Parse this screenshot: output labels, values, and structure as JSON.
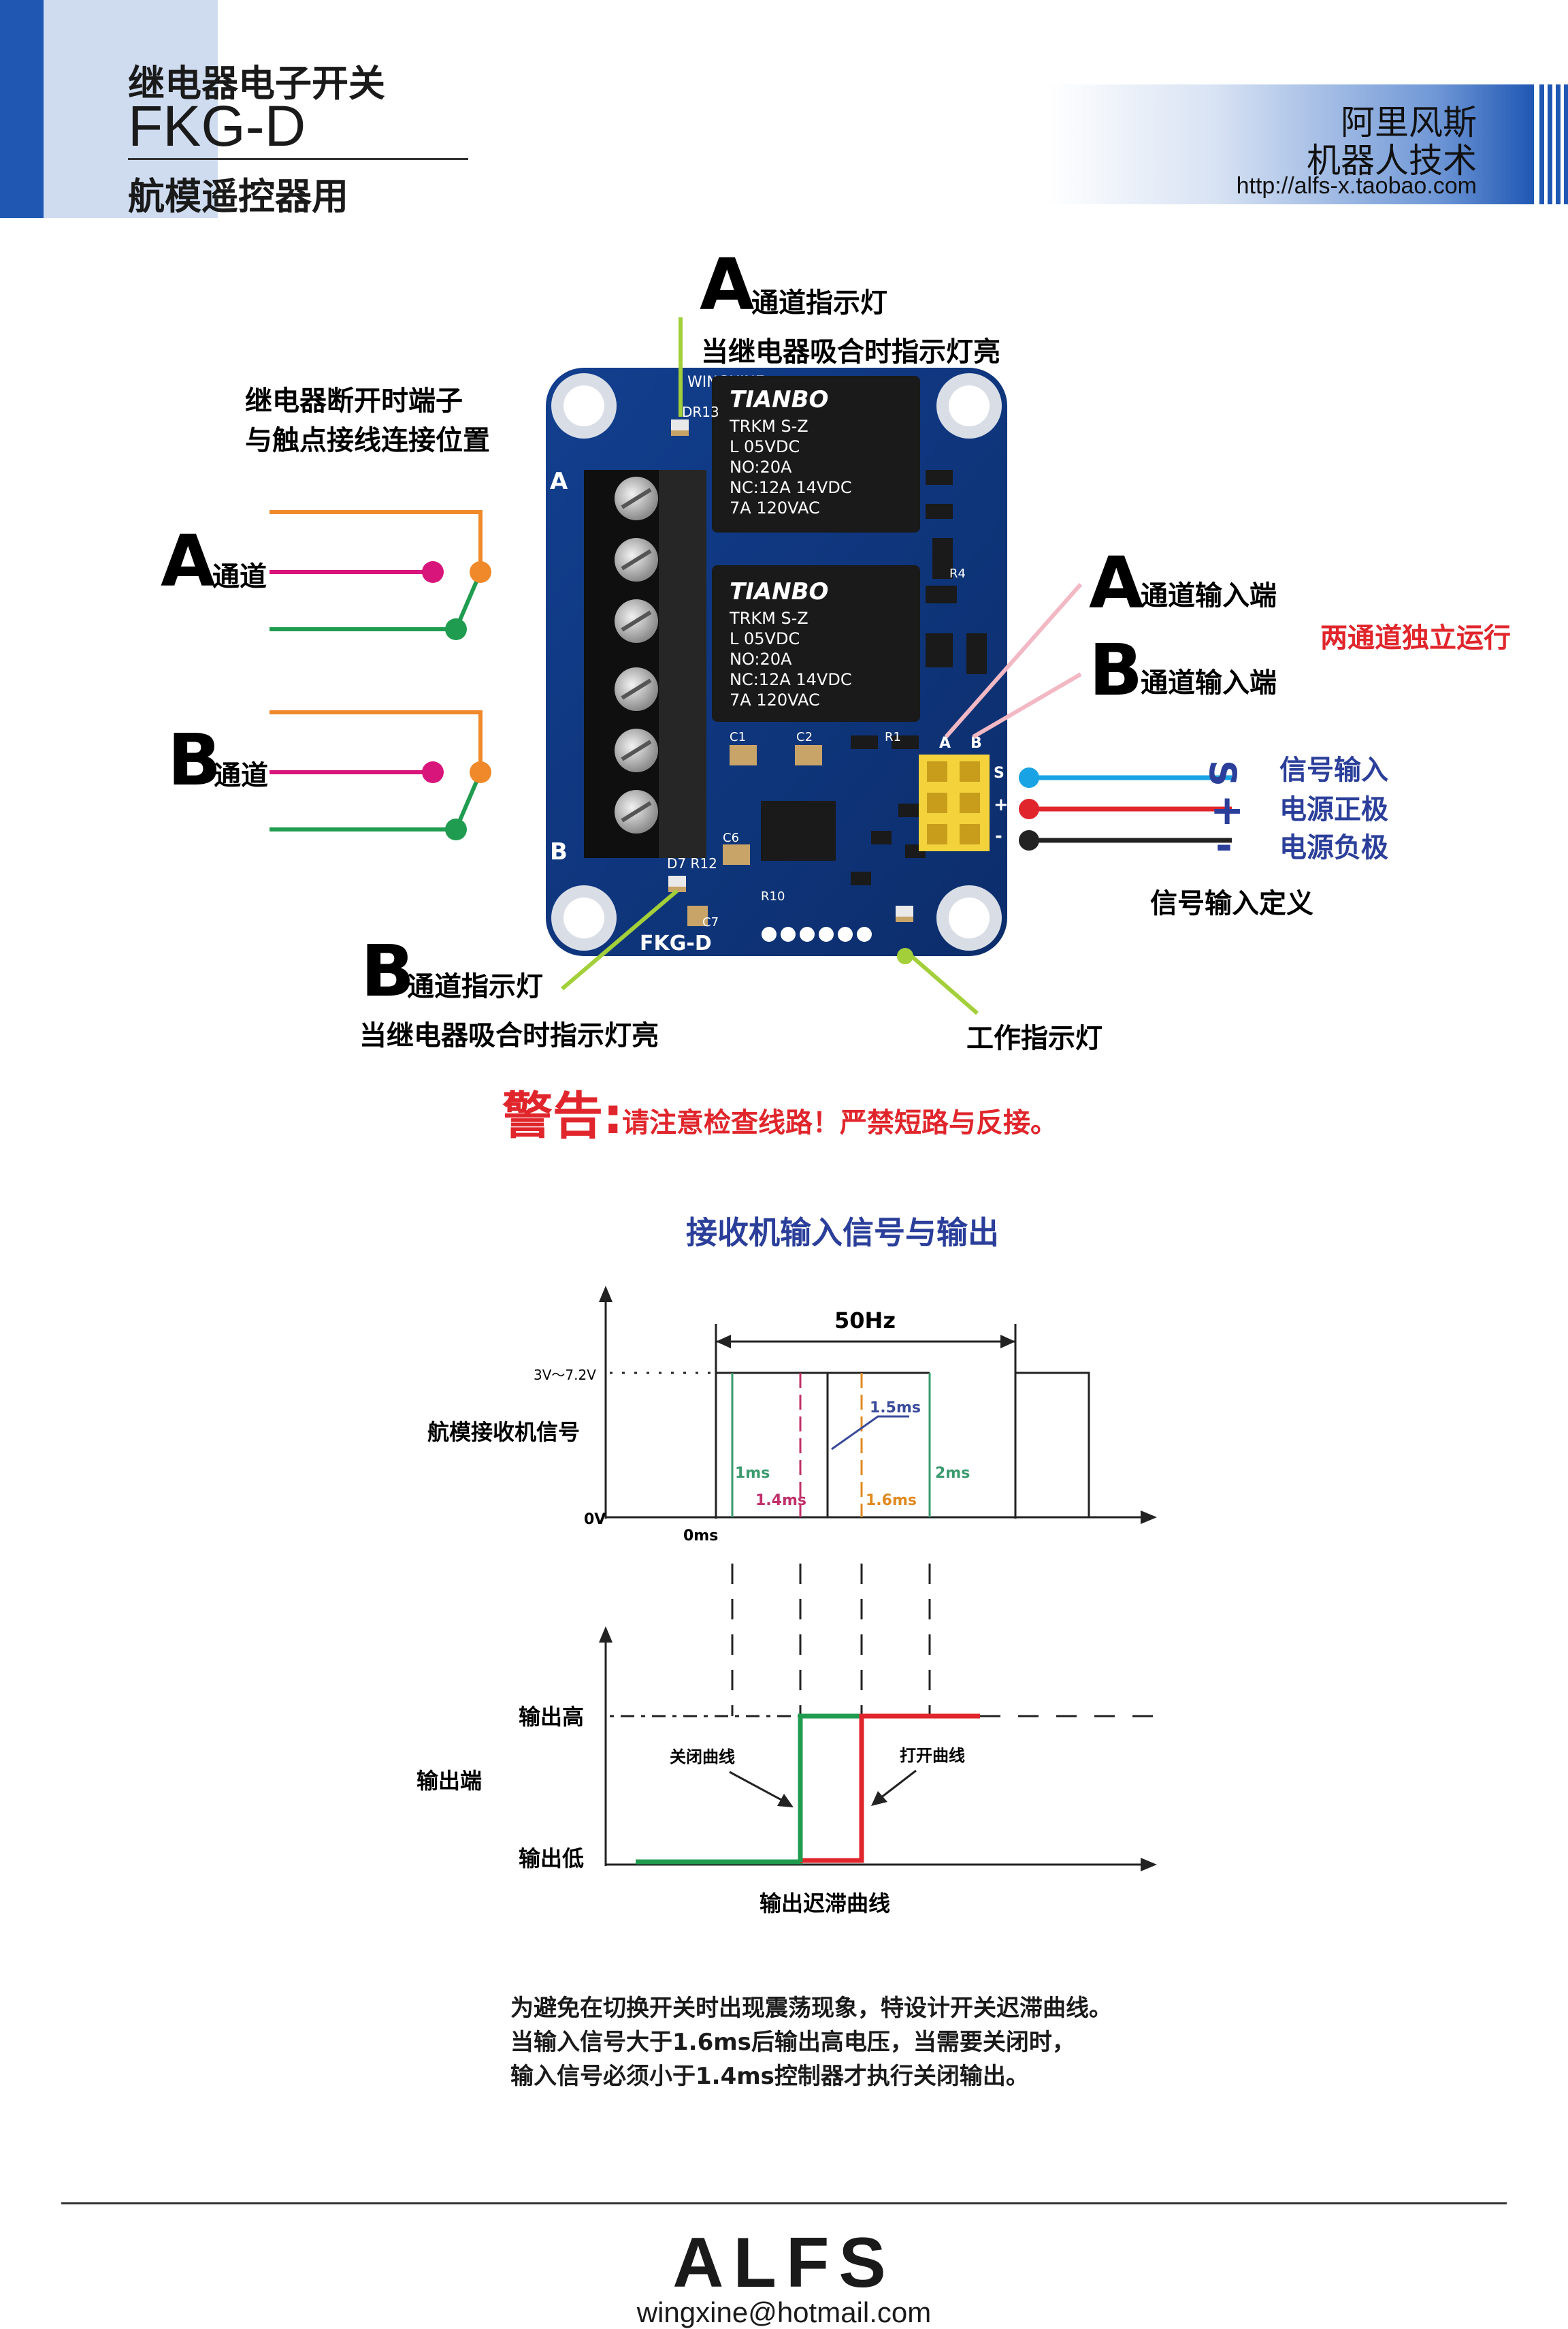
{
  "header": {
    "title_cn": "继电器电子开关",
    "model": "FKG-D",
    "subtitle_cn": "航模遥控器用",
    "company_line1": "阿里风斯",
    "company_line2": "机器人技术",
    "company_url": "http://alfs-x.taobao.com"
  },
  "board": {
    "silk_top": "WINGXINE",
    "silk_bottom": "FKG-D",
    "relay_brand": "TIANBO",
    "relay_lines": [
      "TRKM  S-Z",
      "L 05VDC",
      "NO:20A",
      "NC:12A  14VDC",
      "7A  120VAC"
    ],
    "label_a": "A",
    "label_b": "B",
    "pin_s": "S",
    "pin_plus": "+",
    "pin_minus": "-",
    "part_labels": {
      "dr13": "DR13",
      "d7r12": "D7 R12",
      "c1": "C1",
      "c2": "C2",
      "r1": "R1",
      "r4": "R4",
      "c6": "C6",
      "c7": "C7",
      "r10": "R10"
    }
  },
  "annotations": {
    "a_led_letter": "A",
    "a_led_title": "通道指示灯",
    "a_led_desc": "当继电器吸合时指示灯亮",
    "nc_term_line1": "继电器断开时端子",
    "nc_term_line2": "与触点接线连接位置",
    "ch_a_letter": "A",
    "ch_a_text": "通道",
    "ch_b_letter": "B",
    "ch_b_text": "通道",
    "a_in_letter": "A",
    "a_in_text": "通道输入端",
    "b_in_letter": "B",
    "b_in_text": "通道输入端",
    "independent": "两通道独立运行",
    "sig_s": "S",
    "sig_plus": "+",
    "sig_minus": "-",
    "sig_in": "信号输入",
    "pwr_pos": "电源正极",
    "pwr_neg": "电源负极",
    "sig_def": "信号输入定义",
    "b_led_letter": "B",
    "b_led_title": "通道指示灯",
    "b_led_desc": "当继电器吸合时指示灯亮",
    "work_led": "工作指示灯",
    "warning_head": "警告:",
    "warning_text": "请注意检查线路！严禁短路与反接。"
  },
  "timing": {
    "title": "接收机输入信号与输出",
    "freq": "50Hz",
    "volt": "3V～7.2V",
    "signal_label": "航模接收机信号",
    "zero_v": "0V",
    "zero_ms": "0ms",
    "t_1ms": "1ms",
    "t_14ms": "1.4ms",
    "t_15ms": "1.5ms",
    "t_16ms": "1.6ms",
    "t_2ms": "2ms",
    "out_high": "输出高",
    "out_label": "输出端",
    "out_low": "输出低",
    "close_curve": "关闭曲线",
    "open_curve": "打开曲线",
    "hyst_title": "输出迟滞曲线",
    "colors": {
      "close": "#1f9c4f",
      "open": "#e0262c",
      "t1": "#3a9a6e",
      "t14": "#c0306a",
      "t15": "#3a4a9a",
      "t16": "#e08a20"
    }
  },
  "notes": [
    "为避免在切换开关时出现震荡现象，特设计开关迟滞曲线。",
    "当输入信号大于1.6ms后输出高电压，当需要关闭时，",
    "输入信号必须小于1.4ms控制器才执行关闭输出。"
  ],
  "footer": {
    "brand": "ALFS",
    "email": "wingxine@hotmail.com"
  }
}
